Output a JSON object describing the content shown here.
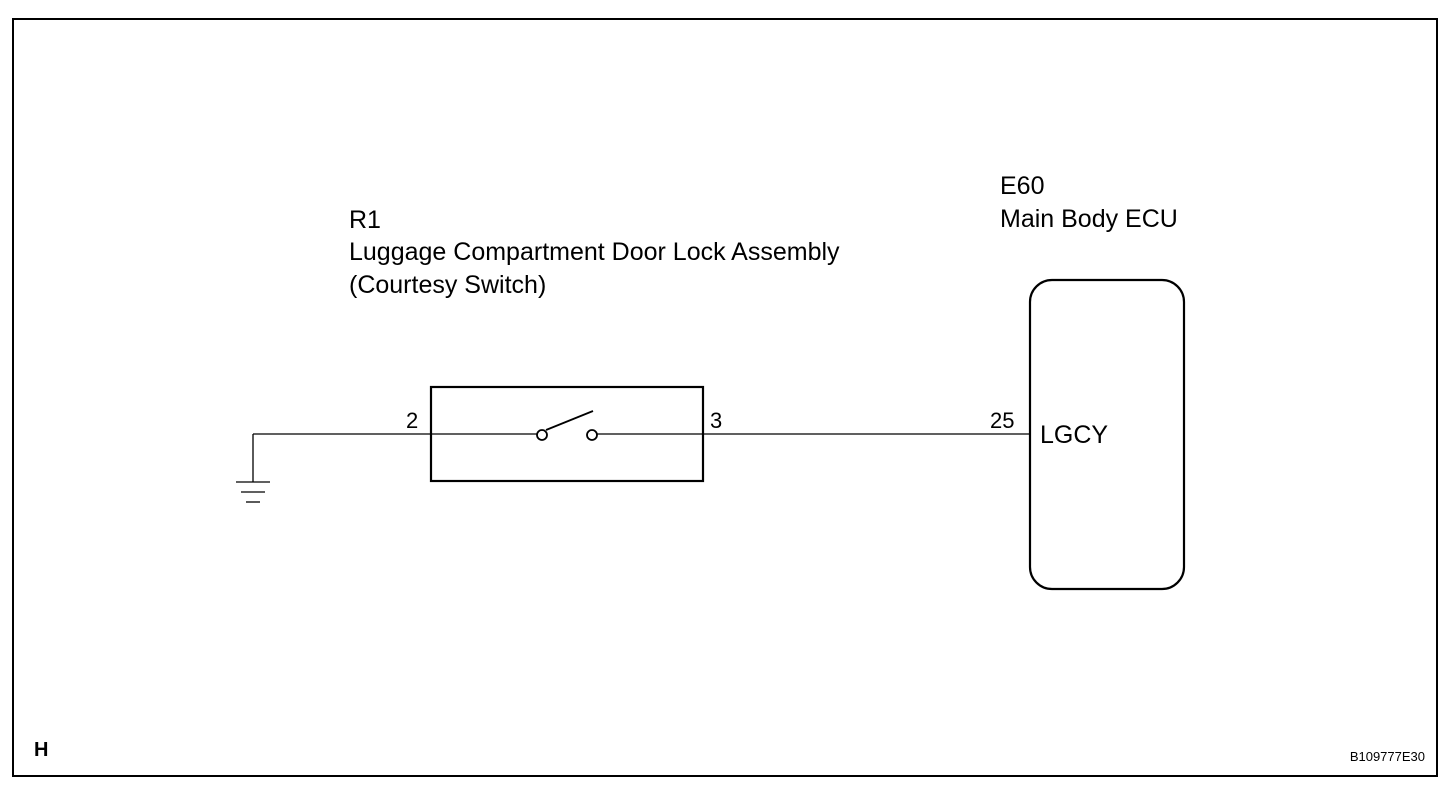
{
  "figure": {
    "corner_letter": "H",
    "figure_code": "B109777E30"
  },
  "components": {
    "switch": {
      "connector": "R1",
      "name": "Luggage Compartment Door Lock Assembly",
      "sub_name": "(Courtesy Switch)",
      "pin_left": "2",
      "pin_right": "3"
    },
    "ecu": {
      "connector": "E60",
      "name": "Main Body ECU",
      "pin": "25",
      "terminal": "LGCY"
    }
  },
  "icons": [
    "ground-icon",
    "switch-open-icon"
  ]
}
